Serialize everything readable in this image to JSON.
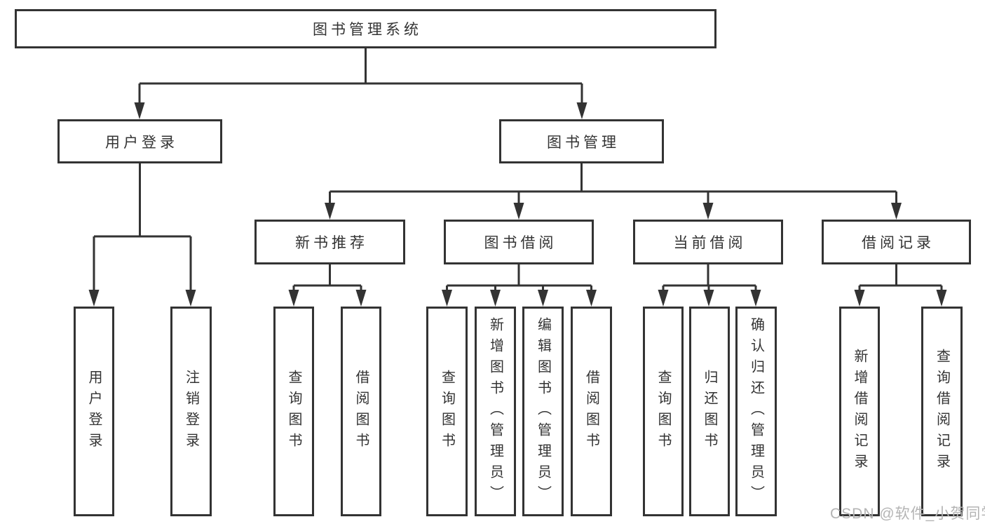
{
  "diagram": {
    "root": {
      "label": "图书管理系统"
    },
    "level2": [
      {
        "label": "用户登录"
      },
      {
        "label": "图书管理"
      }
    ],
    "level3": [
      {
        "label": "新书推荐"
      },
      {
        "label": "图书借阅"
      },
      {
        "label": "当前借阅"
      },
      {
        "label": "借阅记录"
      }
    ],
    "leaves": [
      {
        "label": "用户登录"
      },
      {
        "label": "注销登录"
      },
      {
        "label": "查询图书"
      },
      {
        "label": "借阅图书"
      },
      {
        "label": "查询图书"
      },
      {
        "label": "新增图书（管理员）"
      },
      {
        "label": "编辑图书（管理员）"
      },
      {
        "label": "借阅图书"
      },
      {
        "label": "查询图书"
      },
      {
        "label": "归还图书"
      },
      {
        "label": "确认归还（管理员）"
      },
      {
        "label": "新增借阅记录"
      },
      {
        "label": "查询借阅记录"
      }
    ]
  },
  "watermark": {
    "text": "CSDN @软件_小贺同学"
  },
  "colors": {
    "line": "#333333",
    "text": "#333333",
    "watermark_text": "#b4b4b4",
    "background": "#ffffff"
  }
}
